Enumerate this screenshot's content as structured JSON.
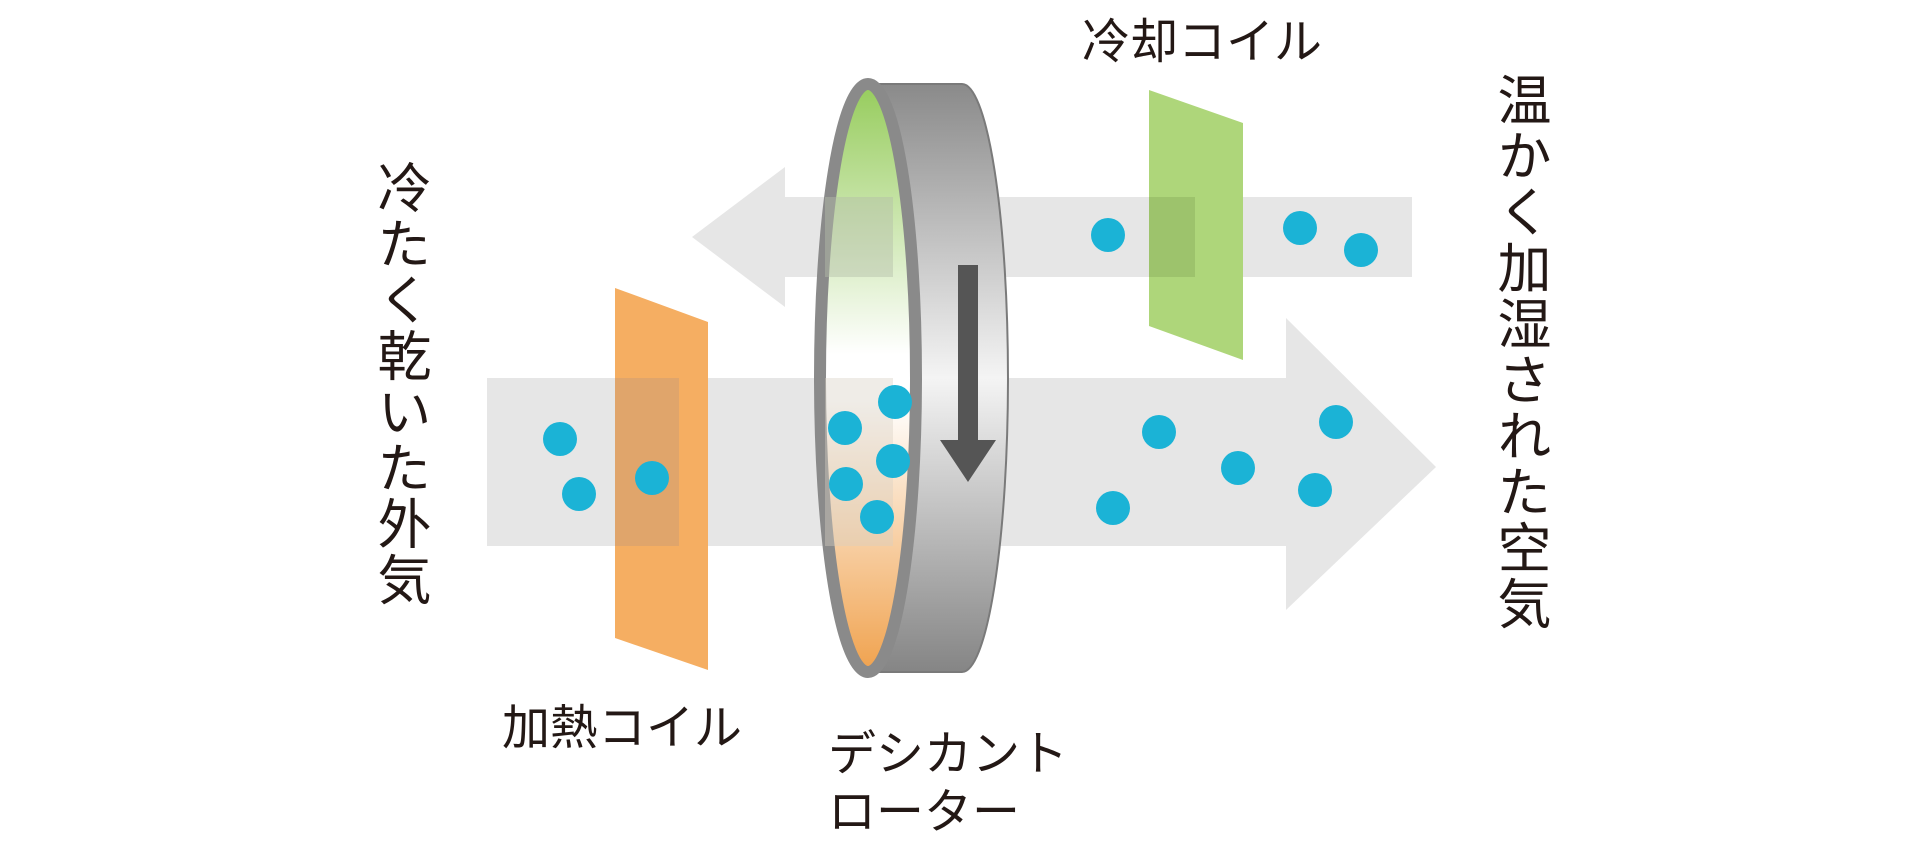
{
  "labels": {
    "cooling_coil": "冷却コイル",
    "heating_coil": "加熱コイル",
    "rotor_line1": "デシカント",
    "rotor_line2": "ローター",
    "outside_air": "冷たく乾いた外気",
    "supply_air": "温かく加湿された空気"
  },
  "colors": {
    "arrow_fill": "#e6e6e6",
    "droplet": "#1bb3d6",
    "cooling_coil": "#a6d46e",
    "heating_coil": "#f5ae62",
    "rotor_rim": "#8a8a8a",
    "rotor_face_top": "#96cc5c",
    "rotor_face_bottom": "#f0a24e",
    "rotation_arrow": "#555555",
    "text": "#231815"
  }
}
